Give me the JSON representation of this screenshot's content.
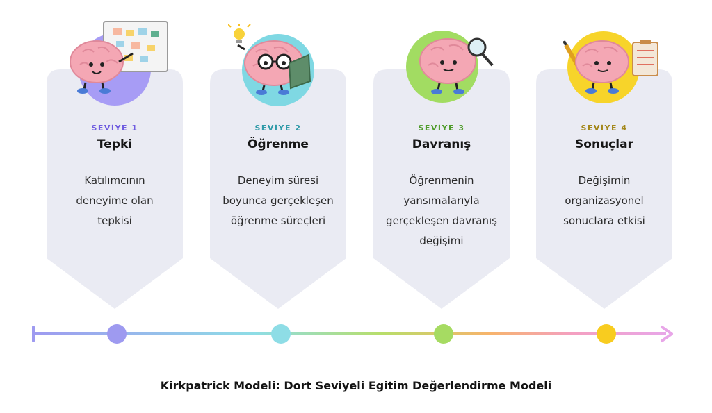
{
  "levels": [
    {
      "level_label": "SEVİYE 1",
      "title": "Tepki",
      "description": "Katılımcının deneyime olan tepkisi",
      "accent": "#6E5BE0",
      "circle": "#A79CF5",
      "prop": "board-icon"
    },
    {
      "level_label": "SEVİYE 2",
      "title": "Öğrenme",
      "description": "Deneyim süresi boyunca gerçekleşen öğrenme süreçleri",
      "accent": "#2F9AA8",
      "circle": "#7FD8E3",
      "prop": "book-icon"
    },
    {
      "level_label": "SEVİYE 3",
      "title": "Davranış",
      "description": "Öğrenmenin yansımalarıyla gerçekleşen davranış değişimi",
      "accent": "#4E9B2A",
      "circle": "#A2DC62",
      "prop": "magnifier-icon"
    },
    {
      "level_label": "SEVİYE 4",
      "title": "Sonuçlar",
      "description": "Değişimin organizasyonel sonuclara etkisi",
      "accent": "#A3871A",
      "circle": "#F7D42A",
      "prop": "clipboard-icon"
    }
  ],
  "timeline": {
    "markers": [
      "#9E9AF0",
      "#8EDDE6",
      "#A6DB62",
      "#F8CC1F"
    ]
  },
  "caption": "Kirkpatrick Modeli: Dort Seviyeli Egitim Değerlendirme Modeli"
}
